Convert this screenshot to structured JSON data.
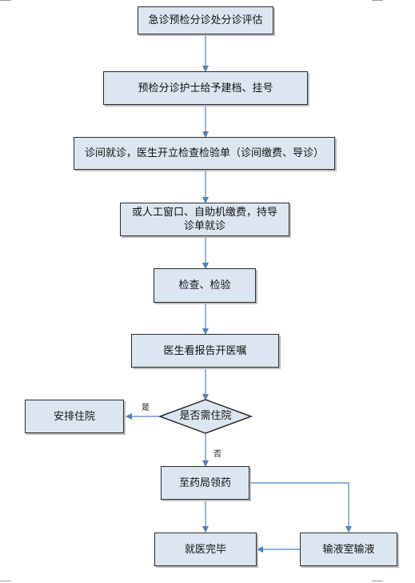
{
  "flowchart": {
    "step1": "急诊预检分诊处分诊评估",
    "step2": "预检分诊护士给予建档、挂号",
    "step3": "诊间就诊，医生开立检查检验单（诊间缴费、导诊）",
    "step4_line1": "或人工窗口、自助机缴费，持导",
    "step4_line2": "诊单就诊",
    "step5": "检查、检验",
    "step6": "医生看报告开医嘱",
    "decision": "是否需住院",
    "yes_label": "是",
    "no_label": "否",
    "admit": "安排住院",
    "pharmacy": "至药局领药",
    "infusion": "输液室输液",
    "done": "就医完毕"
  },
  "colors": {
    "box_fill": "#dce6f1",
    "arrow": "#4f81bd",
    "border": "#2b2b2b"
  }
}
